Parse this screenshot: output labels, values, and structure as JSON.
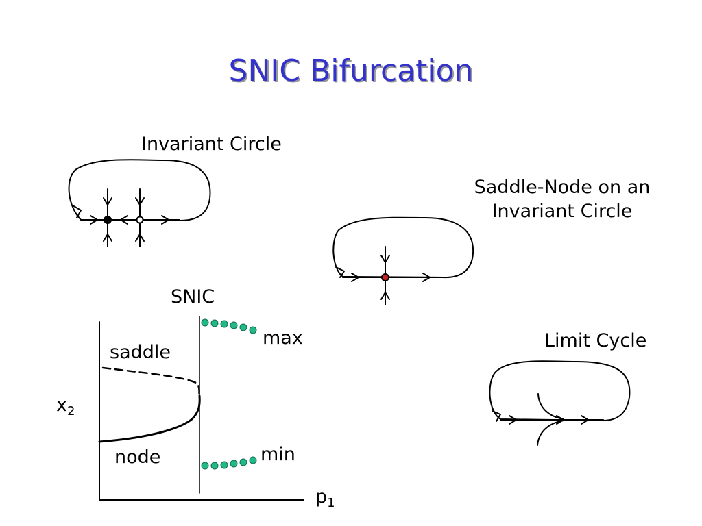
{
  "title": "SNIC Bifurcation",
  "panels": {
    "invariant_circle": "Invariant Circle",
    "snic_line1": "Saddle-Node on an",
    "snic_line2": "Invariant Circle",
    "limit_cycle": "Limit Cycle"
  },
  "graph": {
    "top_label": "SNIC",
    "saddle": "saddle",
    "node": "node",
    "max": "max",
    "min": "min",
    "y_axis": "x",
    "y_axis_sub": "2",
    "x_axis": "p",
    "x_axis_sub": "1"
  },
  "colors": {
    "title": "#3333cc",
    "saddle_node_point": "#cc2222",
    "limit_cycle_dots": "#22b888"
  }
}
